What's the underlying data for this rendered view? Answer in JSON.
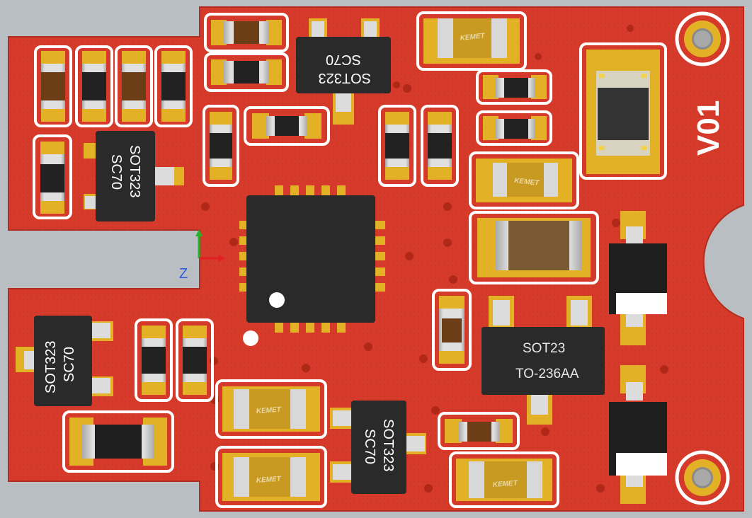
{
  "board": {
    "designator": "V01",
    "axis_label": "Z"
  },
  "components": {
    "u_top": {
      "line1": "SOT323",
      "line2": "SC70"
    },
    "u_left_top": {
      "line1": "SOT323",
      "line2": "SC70"
    },
    "u_left_bottom": {
      "line1": "SOT323",
      "line2": "SC70"
    },
    "u_bottom_mid": {
      "line1": "SOT323",
      "line2": "SC70"
    },
    "q_sot23": {
      "line1": "SOT23",
      "line2": "TO-236AA"
    },
    "kemet_label": "KEMET"
  },
  "colors": {
    "board": "#d63a2a",
    "pad": "#e3b126",
    "silkscreen": "#ffffff",
    "ic_body": "#2a2a2a",
    "background": "#b9bec3"
  }
}
